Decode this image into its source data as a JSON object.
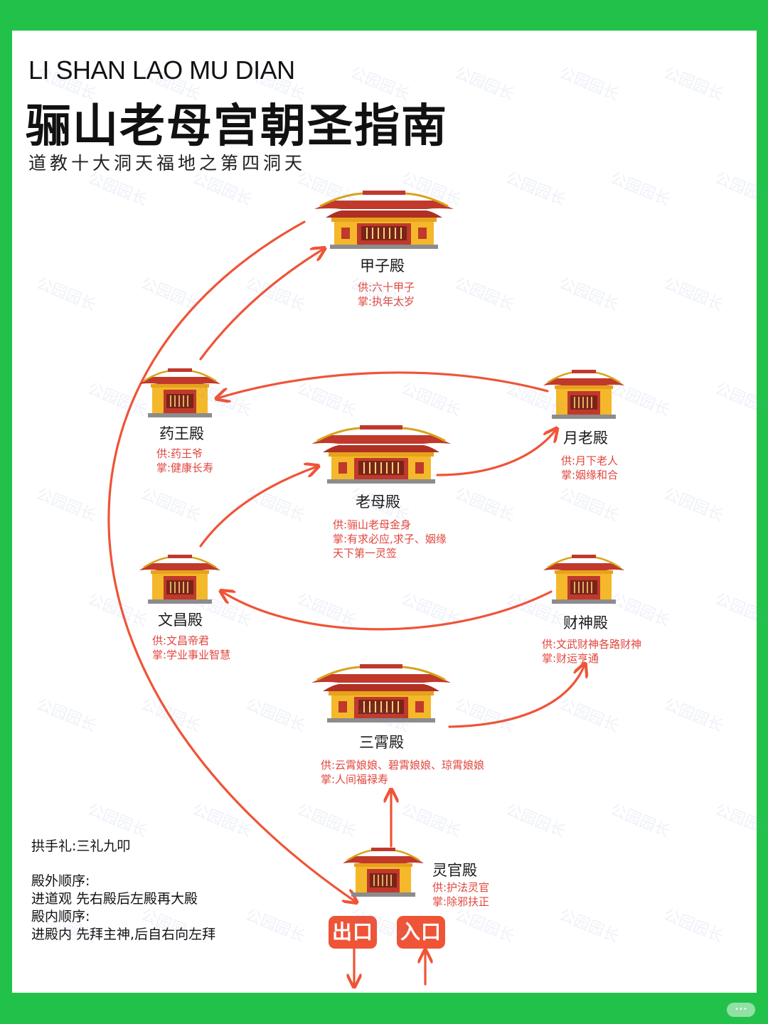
{
  "header": {
    "title_en": "LI SHAN LAO MU DIAN",
    "title_cn": "骊山老母宫朝圣指南",
    "subtitle": "道教十大洞天福地之第四洞天"
  },
  "halls": [
    {
      "id": "jiazi",
      "name": "甲子殿",
      "desc": [
        "供:六十甲子",
        "掌:执年太岁"
      ]
    },
    {
      "id": "yaowang",
      "name": "药王殿",
      "desc": [
        "供:药王爷",
        "掌:健康长寿"
      ]
    },
    {
      "id": "yuelao",
      "name": "月老殿",
      "desc": [
        "供:月下老人",
        "掌:姻缘和合"
      ]
    },
    {
      "id": "laomu",
      "name": "老母殿",
      "desc": [
        "供:骊山老母金身",
        "掌:有求必应,求子、姻缘",
        "天下第一灵签"
      ]
    },
    {
      "id": "wenchang",
      "name": "文昌殿",
      "desc": [
        "供:文昌帝君",
        "掌:学业事业智慧"
      ]
    },
    {
      "id": "caishen",
      "name": "财神殿",
      "desc": [
        "供:文武财神各路财神",
        "掌:财运亨通"
      ]
    },
    {
      "id": "sanxiao",
      "name": "三霄殿",
      "desc": [
        "供:云霄娘娘、碧霄娘娘、琼霄娘娘",
        "掌:人间福禄寿"
      ]
    },
    {
      "id": "lingguan",
      "name": "灵官殿",
      "desc": [
        "供:护法灵官",
        "掌:除邪扶正"
      ]
    }
  ],
  "notes": {
    "greeting": "拱手礼:三礼九叩",
    "outside_title": "殿外顺序:",
    "outside_text": "进道观 先右殿后左殿再大殿",
    "inside_title": "殿内顺序:",
    "inside_text": "进殿内 先拜主神,后自右向左拜"
  },
  "gates": {
    "exit": "出口",
    "entrance": "入口"
  },
  "watermark": "公园园长",
  "colors": {
    "frame": "#22c24a",
    "arrow": "#ef5437",
    "desc_text": "#e0463e"
  }
}
